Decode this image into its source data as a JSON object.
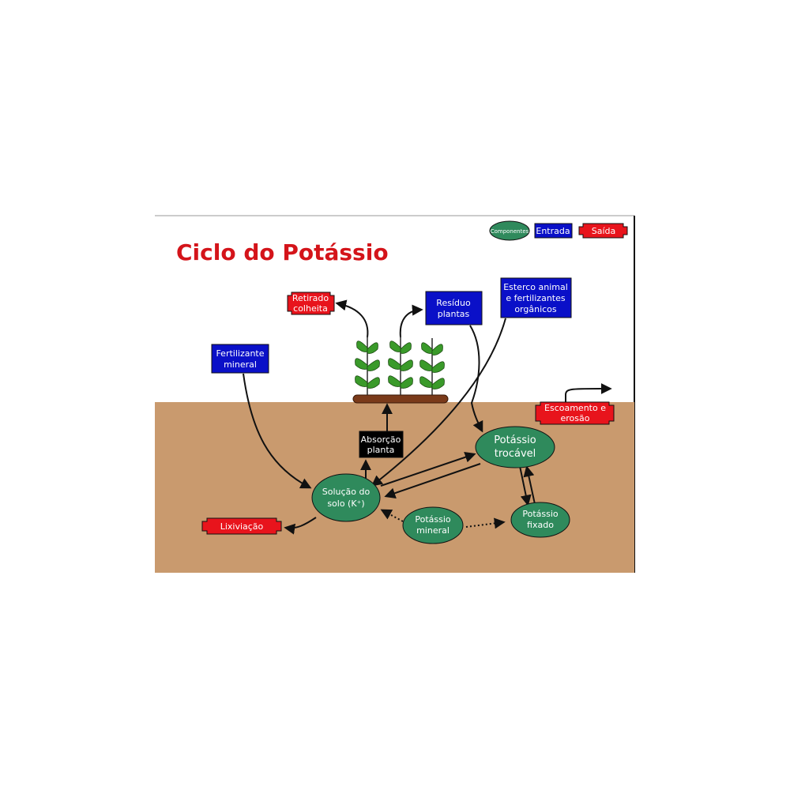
{
  "title": "Ciclo do Potássio",
  "legend": {
    "component": "Componentes",
    "input": "Entrada",
    "output": "Saída"
  },
  "inputs": {
    "fertilizer": [
      "Fertilizante",
      "mineral"
    ],
    "residue": [
      "Resíduo",
      "plantas"
    ],
    "manure": [
      "Esterco animal",
      "e fertilizantes",
      "orgânicos"
    ]
  },
  "outputs": {
    "harvest": [
      "Retirado",
      "colheita"
    ],
    "runoff": [
      "Escoamento e",
      "erosão"
    ],
    "leaching": [
      "Lixiviação"
    ]
  },
  "process": {
    "uptake": [
      "Absorção",
      "planta"
    ]
  },
  "components": {
    "solution": [
      "Solução do",
      "solo (K⁺)"
    ],
    "exchangeable": [
      "Potássio",
      "trocável"
    ],
    "fixed": [
      "Potássio",
      "fixado"
    ],
    "mineral": [
      "Potássio",
      "mineral"
    ]
  },
  "colors": {
    "soil": "#c99a6e",
    "component": "#2f8a5c",
    "input": "#0a10c8",
    "output": "#e8141c",
    "process": "#000000",
    "plant": "#3a9a2a",
    "title": "#d4141a"
  }
}
